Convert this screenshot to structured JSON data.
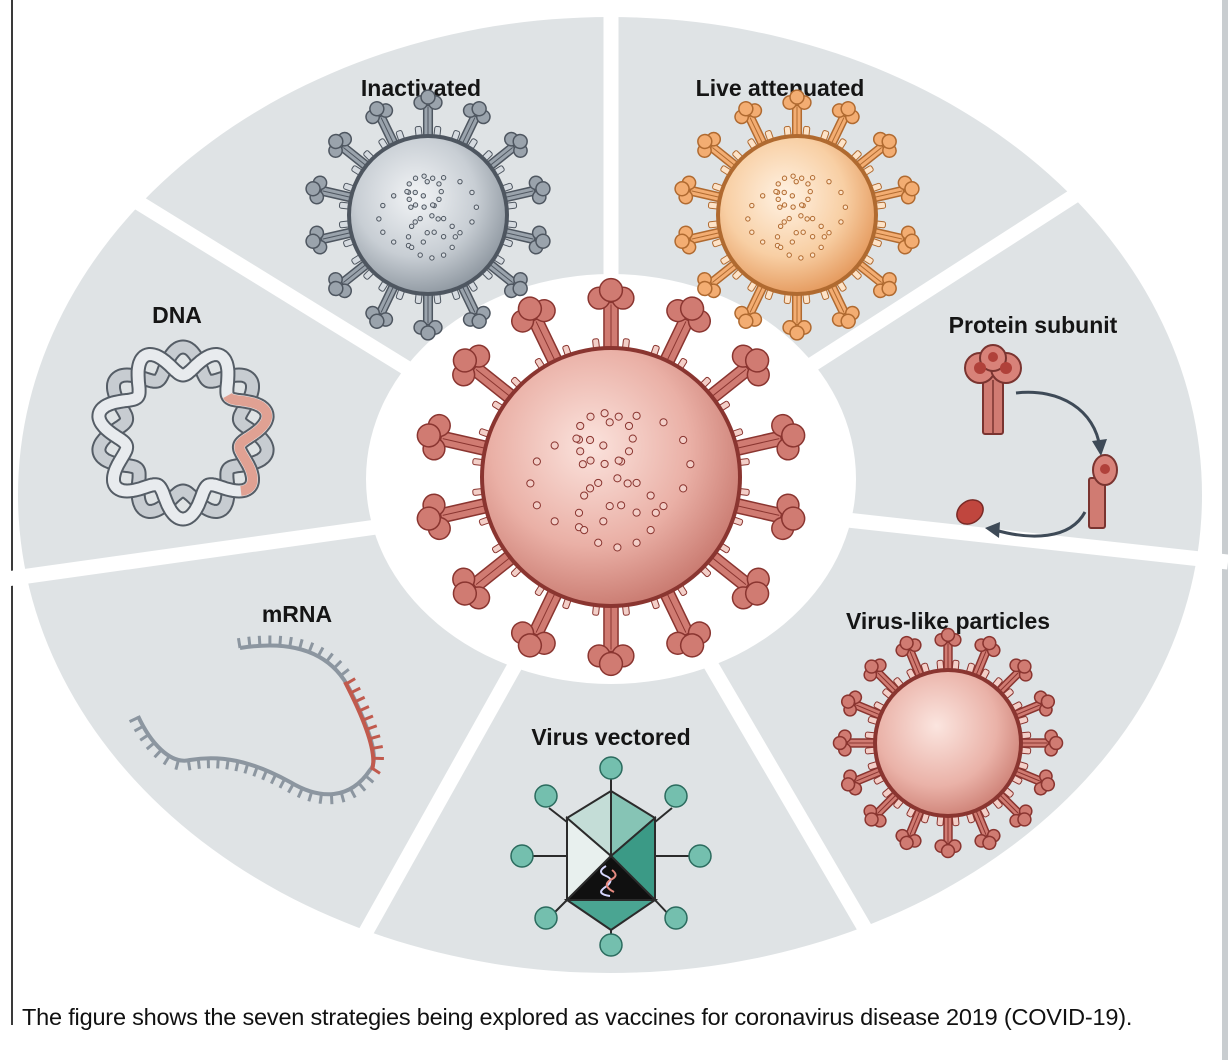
{
  "colors": {
    "panel": "#dfe3e5",
    "gap": "#ffffff",
    "virus_red": "#d07b72",
    "virus_red_dark": "#8a3530",
    "virus_grey": "#a9b0b7",
    "virus_orange": "#f2b37f",
    "teal": "#66b5a5"
  },
  "center": {
    "name": "coronavirus particle"
  },
  "strategies": [
    {
      "id": "inactivated",
      "label": "Inactivated",
      "icon": "grey-virus-icon"
    },
    {
      "id": "live-attenuated",
      "label": "Live attenuated",
      "icon": "orange-virus-icon"
    },
    {
      "id": "protein-subunit",
      "label": "Protein subunit",
      "icon": "spike-protein-icon"
    },
    {
      "id": "virus-like-particles",
      "label": "Virus-like particles",
      "icon": "vlp-icon"
    },
    {
      "id": "virus-vectored",
      "label": "Virus vectored",
      "icon": "adenovirus-icon"
    },
    {
      "id": "mrna",
      "label": "mRNA",
      "icon": "mrna-strand-icon"
    },
    {
      "id": "dna",
      "label": "DNA",
      "icon": "dna-plasmid-icon"
    }
  ],
  "caption": "The figure shows the seven strategies being explored as vaccines for coronavirus disease 2019 (COVID-19)."
}
